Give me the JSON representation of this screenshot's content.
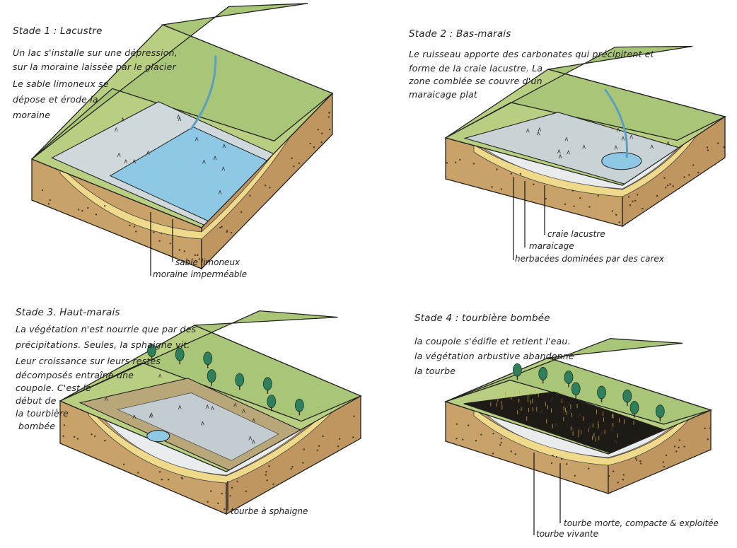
{
  "stages": [
    {
      "title": "Stade 1 : Lacustre",
      "text": [
        "Un lac s'installe sur une dépression,",
        "sur la moraine laissée par le glacier",
        "Le sable limoneux se",
        "dépose et érode la",
        "moraine"
      ],
      "labels": [
        "sable limoneux",
        "moraine imperméable"
      ]
    },
    {
      "title": "Stade 2 : Bas-marais",
      "text": [
        "Le ruisseau apporte des carbonates qui précipitent et",
        "forme de la craie lacustre. La",
        "zone comblée se couvre d'un",
        "maraicage plat"
      ],
      "labels": [
        "craie lacustre",
        "maraicage",
        "herbacées dominées par des carex"
      ]
    },
    {
      "title": "Stade 3. Haut-marais",
      "text": [
        "La végétation n'est nourrie que par des",
        "précipitations. Seules, la sphaigne vit.",
        "Leur croissance sur leurs restes",
        "décomposés entraîne une",
        "coupole. C'est le",
        "début de",
        "la tourbière",
        "bombée"
      ],
      "labels": [
        "tourbe à sphaigne"
      ]
    },
    {
      "title": "Stade 4 : tourbière bombée",
      "text": [
        "la coupole s'édifie et retient l'eau.",
        "la végétation arbustive abandonne",
        "la tourbe"
      ],
      "labels": [
        "tourbe morte, compacte & exploitée",
        "tourbe vivante"
      ]
    }
  ],
  "colors": {
    "grass": "#b8cf82",
    "soil": "#c9a26a",
    "sand": "#efd98a",
    "water": "#8ec8e4",
    "marsh": "#c9d3d6",
    "peat": "#1e1a16",
    "tree": "#2f7f5c"
  }
}
